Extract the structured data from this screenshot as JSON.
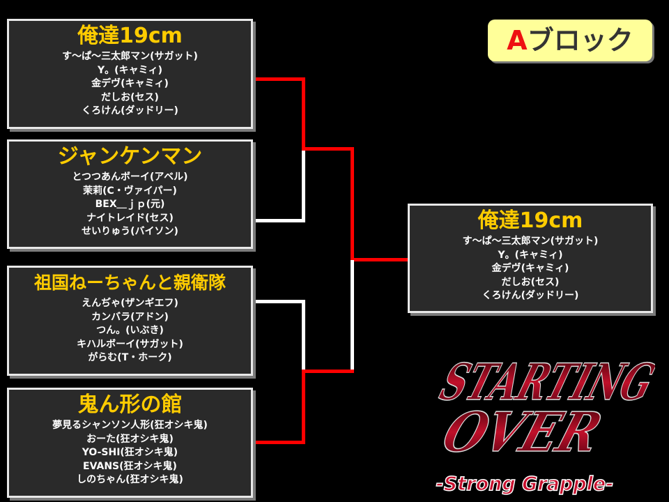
{
  "block": {
    "letter": "A",
    "label": "ブロック"
  },
  "teams": [
    {
      "name": "俺達19cm",
      "members": [
        "す～ぱ～三太郎マン(サガット)",
        "Y。(キャミィ)",
        "金デヴ(キャミィ)",
        "だしお(セス)",
        "くろけん(ダッドリー)"
      ]
    },
    {
      "name": "ジャンケンマン",
      "members": [
        "とつつあんボーイ(アベル)",
        "茉莉(C・ヴァイパー)",
        "BEX＿ｊｐ(元)",
        "ナイトレイド(セス)",
        "せいりゅう(バイソン)"
      ]
    },
    {
      "name": "祖国ねーちゃんと親衛隊",
      "members": [
        "えんぢゃ(ザンギエフ)",
        "カンバラ(アドン)",
        "つん。(いぶき)",
        "キハルボーイ(サガット)",
        "がらむ(T・ホーク)"
      ]
    },
    {
      "name": "鬼ん形の館",
      "members": [
        "夢見るシャンソン人形(狂オシキ鬼)",
        "おーた(狂オシキ鬼)",
        "YO-SHI(狂オシキ鬼)",
        "EVANS(狂オシキ鬼)",
        "しのちゃん(狂オシキ鬼)"
      ]
    }
  ],
  "winner": {
    "name": "俺達19cm",
    "members": [
      "す～ぱ～三太郎マン(サガット)",
      "Y。(キャミィ)",
      "金デヴ(キャミィ)",
      "だしお(セス)",
      "くろけん(ダッドリー)"
    ]
  },
  "logo": {
    "title_line1": "STARTING",
    "title_line2": "OVER",
    "subtitle": "-Strong Grapple-"
  },
  "colors": {
    "winner_line": "#ff0000",
    "loser_line": "#ffffff",
    "team_name": "#ffcc00",
    "badge_bg": "#ffff99"
  }
}
